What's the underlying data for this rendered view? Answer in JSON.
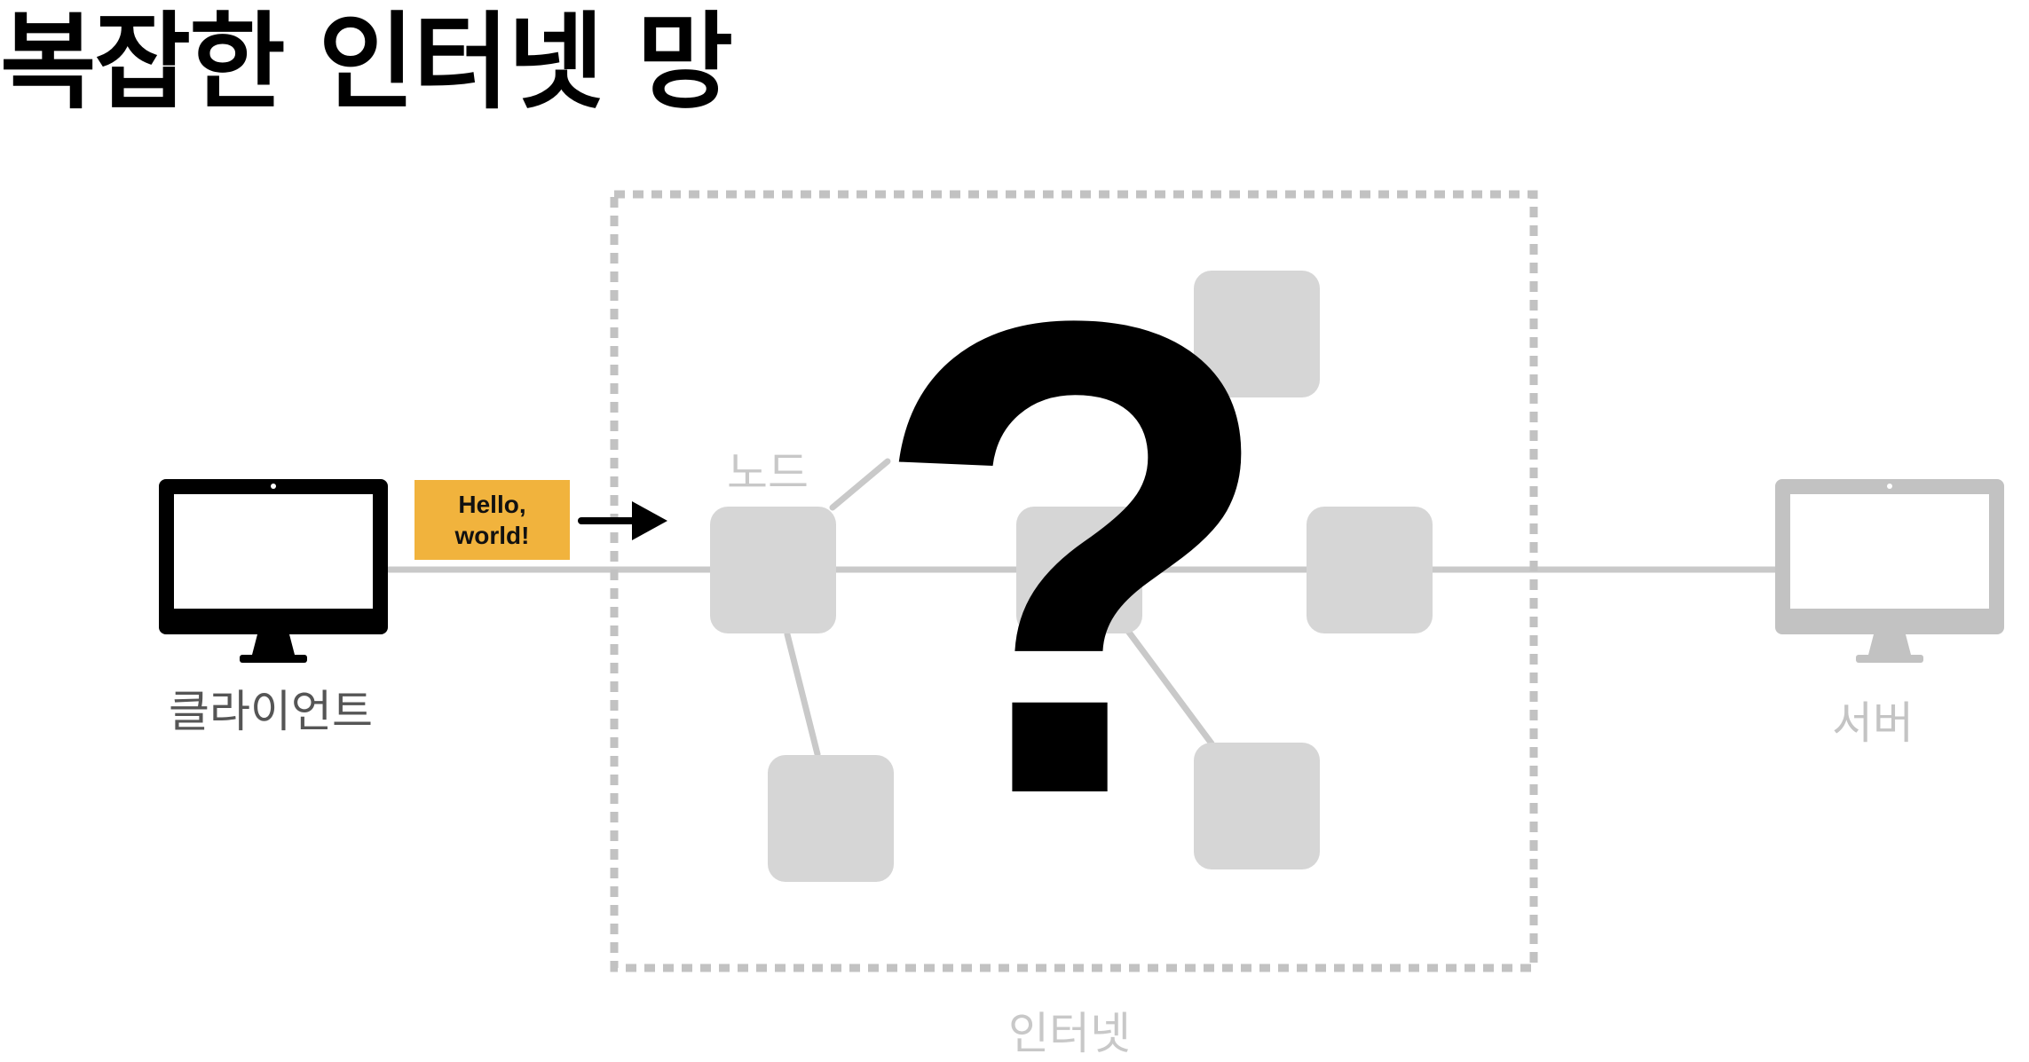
{
  "title": "복잡한 인터넷 망",
  "labels": {
    "client": "클라이언트",
    "server": "서버",
    "node": "노드",
    "internet": "인터넷"
  },
  "message": {
    "line1": "Hello,",
    "line2": "world!"
  },
  "unknown_symbol": "?",
  "colors": {
    "message_box": "#f1b33d",
    "client_monitor": "#000000",
    "server_monitor": "#c2c2c2",
    "node_fill": "#d6d6d6",
    "connection_line": "#c9c9c9",
    "internet_border": "#c2c2c2"
  },
  "icons": {
    "client": "desktop-monitor-icon",
    "server": "desktop-monitor-icon",
    "arrow": "right-arrow-icon"
  }
}
